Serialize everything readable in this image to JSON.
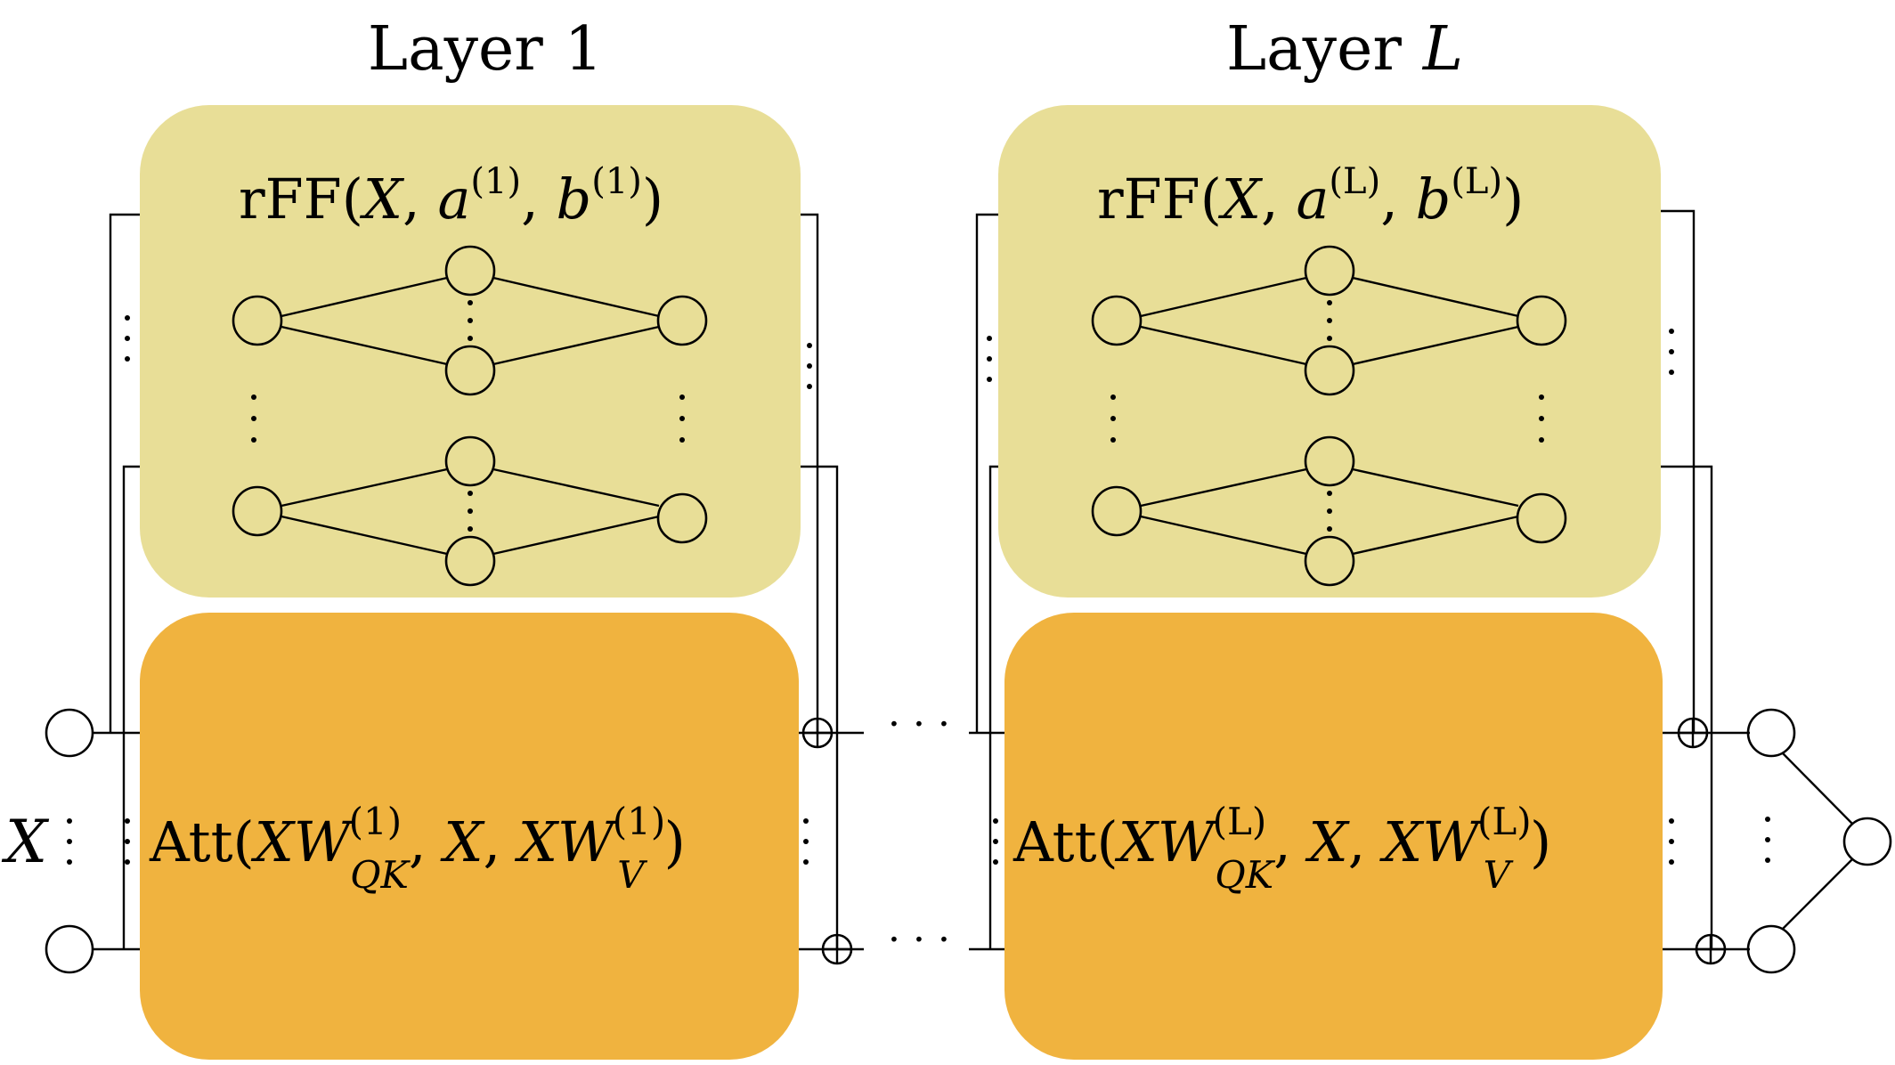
{
  "title": "Transformer architecture diagram",
  "colors": {
    "ff_block": "#e8de97",
    "att_block": "#f0b33f",
    "line": "#000000"
  },
  "input_label": "X",
  "layer_first": {
    "title": "Layer 1",
    "title_word": "Layer",
    "title_index": "1",
    "rff": {
      "func": "rFF",
      "x": "X",
      "a": "a",
      "b": "b",
      "sup": "(1)"
    },
    "att": {
      "func": "Att",
      "xw": "XW",
      "x": "X",
      "sub_qk": "QK",
      "sub_v": "V",
      "sup": "(1)"
    }
  },
  "layer_last": {
    "title": "Layer L",
    "title_word": "Layer",
    "title_index": "L",
    "rff": {
      "func": "rFF",
      "x": "X",
      "a": "a",
      "b": "b",
      "sup": "(L)"
    },
    "att": {
      "func": "Att",
      "xw": "XW",
      "x": "X",
      "sub_qk": "QK",
      "sub_v": "V",
      "sup": "(L)"
    }
  },
  "ellipsis": "· · ·"
}
